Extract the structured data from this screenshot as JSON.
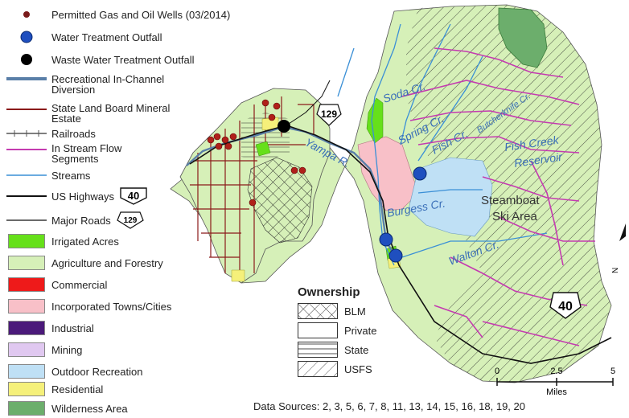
{
  "legend": {
    "items": [
      {
        "label": "Permitted Gas and Oil Wells (03/2014)",
        "symbol": "dot",
        "color": "#7a1a1a"
      },
      {
        "label": "Water Treatment Outfall",
        "symbol": "dot",
        "color": "#1f4fbf"
      },
      {
        "label": "Waste Water Treatment Outfall",
        "symbol": "dot",
        "color": "#000000"
      },
      {
        "label": "Recreational In-Channel Diversion",
        "symbol": "line",
        "color": "#5a7fa8"
      },
      {
        "label": "State Land Board Mineral Estate",
        "symbol": "line",
        "color": "#8b1a1a"
      },
      {
        "label": "Railroads",
        "symbol": "rail",
        "color": "#555555"
      },
      {
        "label": "In Stream Flow Segments",
        "symbol": "line",
        "color": "#c43bb0"
      },
      {
        "label": "Streams",
        "symbol": "line",
        "color": "#3a8fd6"
      },
      {
        "label": "US Highways",
        "symbol": "line",
        "color": "#111111",
        "shield": "40"
      },
      {
        "label": "Major Roads",
        "symbol": "line",
        "color": "#111111",
        "shield": "129"
      },
      {
        "label": "Irrigated Acres",
        "symbol": "fill",
        "color": "#66e01a"
      },
      {
        "label": "Agriculture and Forestry",
        "symbol": "fill",
        "color": "#d6f0b8"
      },
      {
        "label": "Commercial",
        "symbol": "fill",
        "color": "#ee1a1a"
      },
      {
        "label": "Incorporated Towns/Cities",
        "symbol": "fill",
        "color": "#f8c0c8"
      },
      {
        "label": "Industrial",
        "symbol": "fill",
        "color": "#4b1a7a"
      },
      {
        "label": "Mining",
        "symbol": "fill",
        "color": "#e0c8f0"
      },
      {
        "label": "Outdoor Recreation",
        "symbol": "fill",
        "color": "#bfe0f5"
      },
      {
        "label": "Residential",
        "symbol": "fill",
        "color": "#f5f07a"
      },
      {
        "label": "Wilderness Area",
        "symbol": "fill",
        "color": "#6cae6c"
      }
    ]
  },
  "ownership": {
    "title": "Ownership",
    "items": [
      {
        "label": "BLM",
        "pattern": "crosshatch"
      },
      {
        "label": "Private",
        "pattern": "none"
      },
      {
        "label": "State",
        "pattern": "horizontal"
      },
      {
        "label": "USFS",
        "pattern": "diagonal"
      }
    ]
  },
  "scale_bar": {
    "ticks": [
      "0",
      "2.5",
      "5"
    ],
    "unit": "Miles"
  },
  "data_sources": "Data Sources: 2, 3, 5, 6, 7, 8, 11, 13, 14, 15, 16, 18, 19, 20",
  "map_labels": {
    "soda": "Soda Cr.",
    "spring": "Spring Cr.",
    "fish": "Fish Cr.",
    "butcherknife": "Butcherknife Cr.",
    "fish_reservoir_1": "Fish Creek",
    "fish_reservoir_2": "Reservoir",
    "yampa": "Yampa R.",
    "burgess": "Burgess Cr.",
    "ski_1": "Steamboat",
    "ski_2": "Ski Area",
    "walton": "Walton Cr.",
    "hwy_129": "129",
    "hwy_40": "40",
    "north": "N"
  },
  "colors": {
    "agriculture": "#d6f0b8",
    "towns": "#f8c0c8",
    "recreation": "#bfe0f5",
    "wilderness": "#6cae6c",
    "stream": "#3a8fd6",
    "instream": "#c43bb0",
    "state_land": "#8b1a1a",
    "outfall": "#1f4fbf"
  }
}
